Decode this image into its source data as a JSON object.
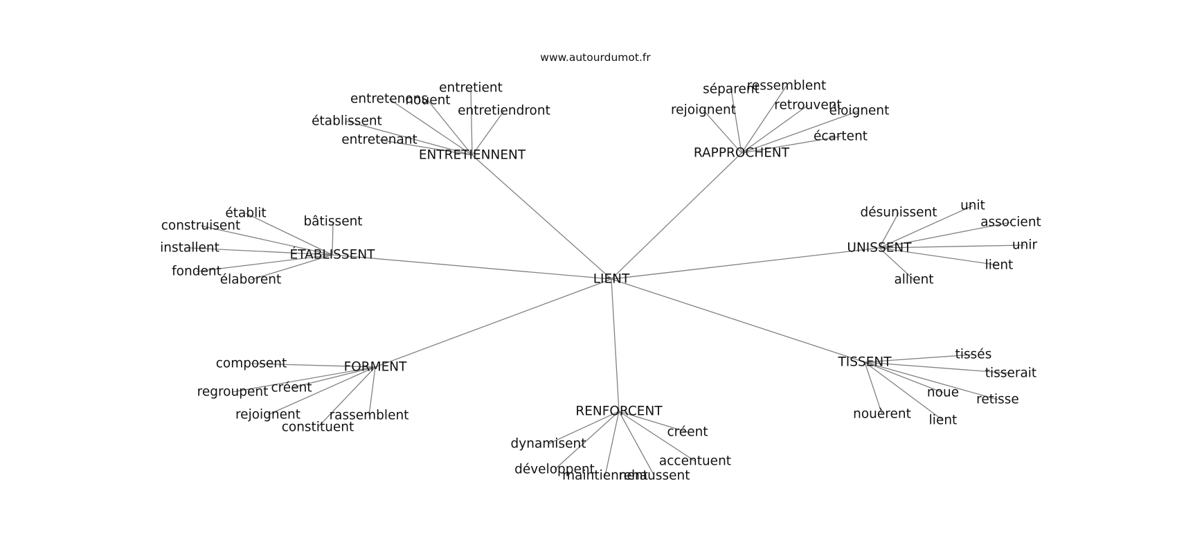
{
  "site": "www.autourdumot.fr",
  "center": "LIENT",
  "groups": [
    {
      "name": "ENTRETIENNENT",
      "words": [
        "entretenons",
        "nouent",
        "entretient",
        "entretiendront",
        "établissent",
        "entretenant"
      ]
    },
    {
      "name": "RAPPROCHENT",
      "words": [
        "séparent",
        "ressemblent",
        "rejoignent",
        "retrouvent",
        "éloignent",
        "écartent"
      ]
    },
    {
      "name": "ÉTABLISSENT",
      "words": [
        "établit",
        "bâtissent",
        "construisent",
        "installent",
        "fondent",
        "élaborent"
      ]
    },
    {
      "name": "UNISSENT",
      "words": [
        "désunissent",
        "unit",
        "associent",
        "unir",
        "lient",
        "allient"
      ]
    },
    {
      "name": "FORMENT",
      "words": [
        "composent",
        "regroupent",
        "créent",
        "rejoignent",
        "rassemblent",
        "constituent"
      ]
    },
    {
      "name": "TISSENT",
      "words": [
        "tissés",
        "tisserait",
        "noue",
        "retisse",
        "nouèrent",
        "lient"
      ]
    },
    {
      "name": "RENFORCENT",
      "words": [
        "créent",
        "dynamisent",
        "accentuent",
        "développent",
        "maintiennent",
        "rehaussent"
      ]
    }
  ]
}
